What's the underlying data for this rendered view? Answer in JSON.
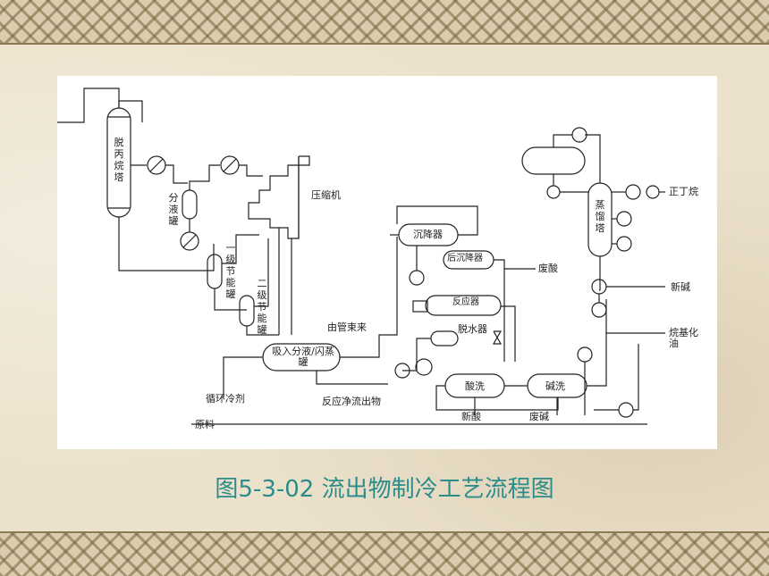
{
  "diagram": {
    "labels": {
      "propane_tower": "脱丙烷塔",
      "separator_drum": "分液罐",
      "compressor": "压缩机",
      "economizer_1": "一级节能罐",
      "economizer_2": "二级节能罐",
      "settler": "沉降器",
      "rear_settler": "后沉降器",
      "reactor": "反应器",
      "dehydrator": "脱水器",
      "absorb_drum": "吸入分液/闪蒸罐",
      "acid_wash": "酸洗",
      "caustic_wash": "碱洗",
      "distillation_tower": "蒸馏塔",
      "n_butane": "正丁烷",
      "fresh_caustic": "新碱",
      "alkylate": "烷基化油",
      "waste_acid": "废酸",
      "from_tube_bundle": "由管束来",
      "circulating_refrigerant": "循环冷剂",
      "reactor_effluent": "反应净流出物",
      "fresh_acid": "新酸",
      "spent_caustic": "废碱",
      "feed": "原料"
    }
  },
  "caption": "图5-3-02 流出物制冷工艺流程图"
}
